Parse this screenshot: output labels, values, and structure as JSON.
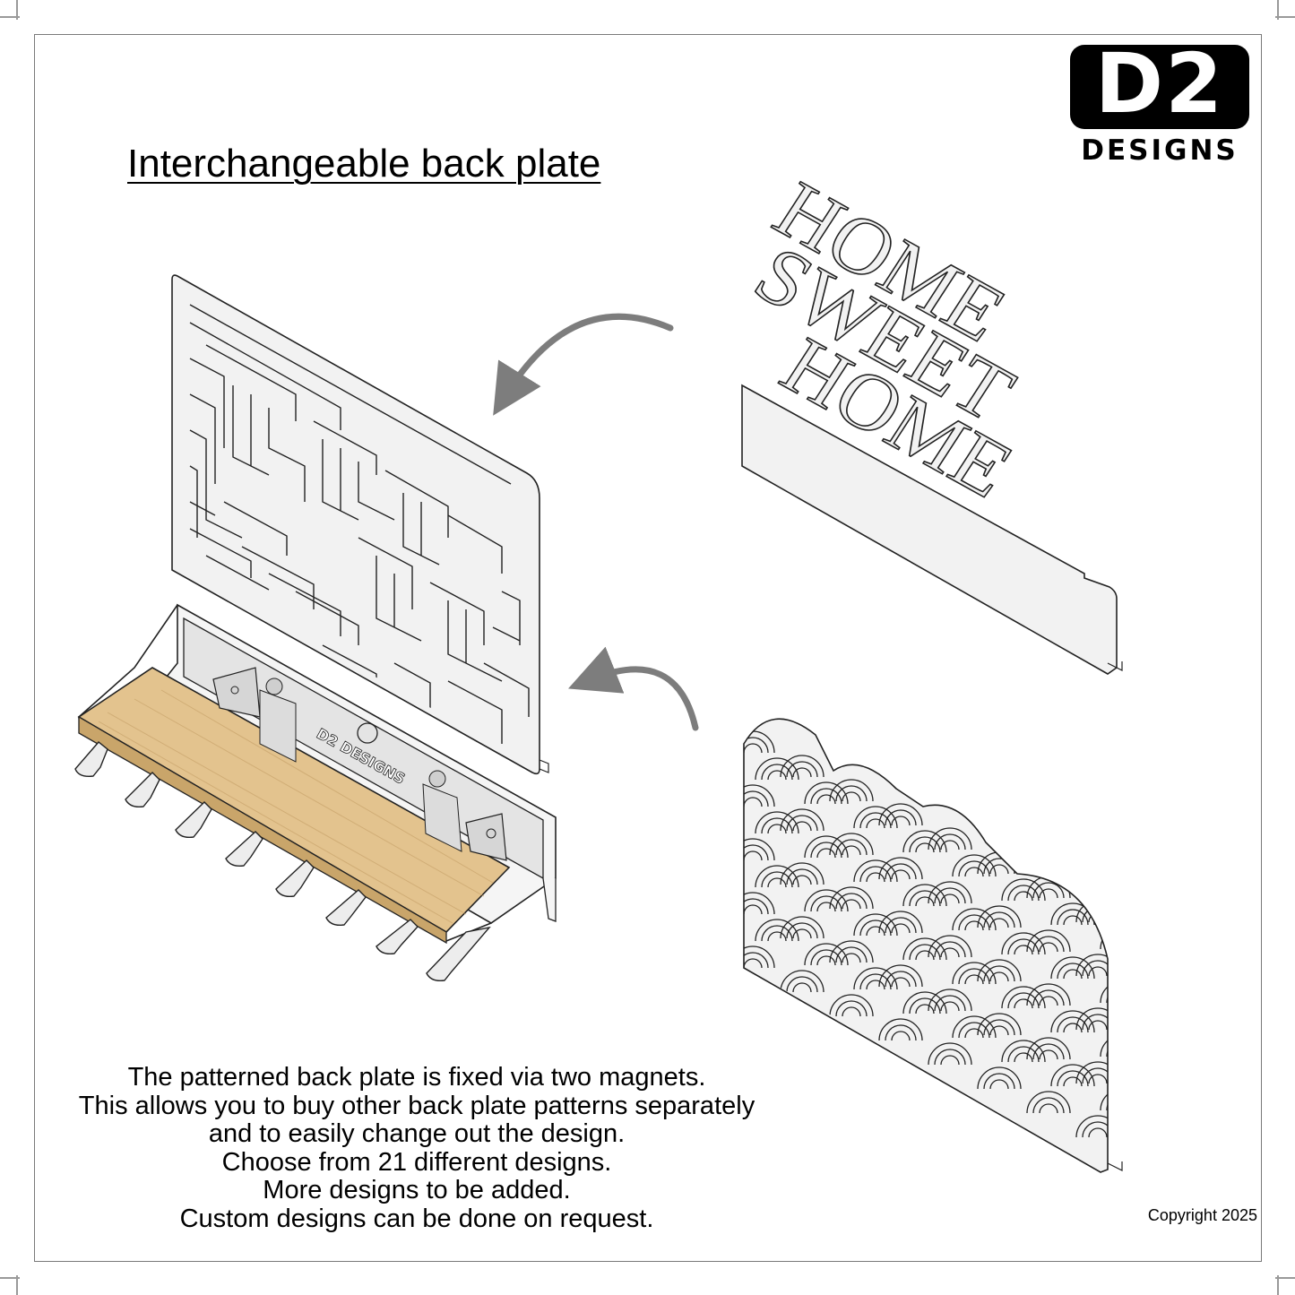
{
  "title": "Interchangeable back plate",
  "logo": {
    "main": "D2",
    "sub": "DESIGNS"
  },
  "description_lines": [
    "The patterned back plate is fixed via two magnets.",
    "This allows you to buy other back plate patterns separately",
    "and to easily change out the design.",
    "Choose from 21 different designs.",
    "More designs to be added.",
    "Custom designs can be done on request."
  ],
  "copyright": "Copyright 2025",
  "plates": {
    "home_sweet_home": [
      "HOME",
      "SWEET",
      "HOME"
    ],
    "shelf_engraving": "D2 DESIGNS"
  },
  "colors": {
    "plate": "#f2f2f2",
    "wood": "#e3c38e",
    "arrow": "#7d7d7d",
    "line": "#222222"
  }
}
